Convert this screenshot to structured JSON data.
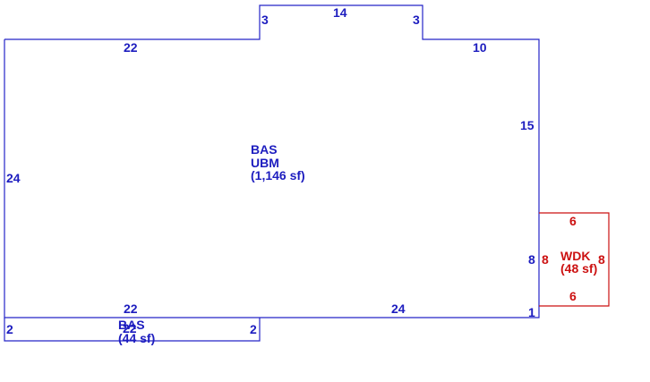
{
  "colors": {
    "main": "#1d1dbf",
    "deck": "#cc1111",
    "background": "#ffffff"
  },
  "main_area": {
    "code1": "BAS",
    "code2": "UBM",
    "area": "(1,146 sf)",
    "dimensions": {
      "top_left": "22",
      "bump_left": "3",
      "bump_top": "14",
      "bump_right": "3",
      "top_right": "10",
      "right_upper": "15",
      "left": "24",
      "right_lower": "8",
      "bottom_right": "24",
      "bottom_left": "22",
      "corner": "1"
    }
  },
  "lower_strip": {
    "code": "BAS",
    "overlap_label": "22",
    "area": "(44 sf)",
    "dimensions": {
      "left": "2",
      "right": "2"
    }
  },
  "deck": {
    "code": "WDK",
    "area": "(48 sf)",
    "dimensions": {
      "top": "6",
      "bottom": "6",
      "left": "8",
      "right": "8"
    }
  }
}
